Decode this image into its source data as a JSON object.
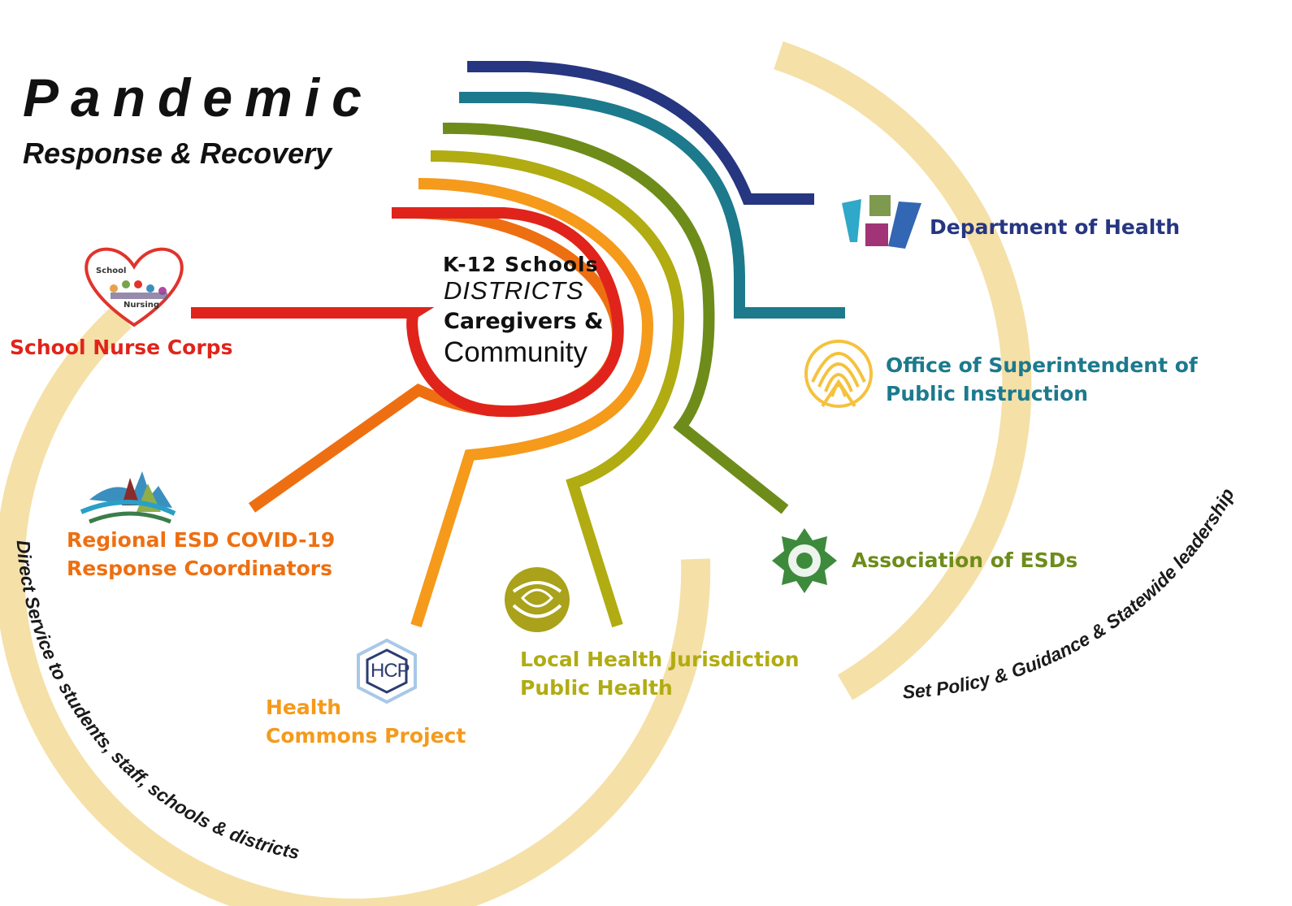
{
  "title": {
    "main": "Pandemic",
    "sub": "Response & Recovery"
  },
  "center": {
    "line1": "K-12 Schools",
    "line2": "DISTRICTS",
    "line3": "Caregivers &",
    "line4": "Community"
  },
  "partners": {
    "doh": "Department of Health",
    "ospi_line1": "Office of Superintendent of",
    "ospi_line2": "Public Instruction",
    "aesd": "Association of ESDs",
    "lhj_line1": "Local Health Jurisdiction",
    "lhj_line2": "Public Health",
    "hcp_line1": "Health",
    "hcp_line2": "Commons Project",
    "esd_line1": "Regional ESD COVID-19",
    "esd_line2": "Response Coordinators",
    "snc": "School Nurse Corps"
  },
  "logos": {
    "school_nursing_top": "School",
    "school_nursing_bottom": "Nursing",
    "hcp_logo": "HCP"
  },
  "loops": {
    "left": "Direct Service to students, staff, schools & districts",
    "right": "Set Policy & Guidance & Statewide leadership"
  },
  "colors": {
    "loop": "#f5e0a8",
    "red": "#e0241b",
    "dark_orange": "#ee6f11",
    "orange": "#f59a1b",
    "olive_yellow": "#b0ac12",
    "green": "#6e8c1a",
    "teal": "#1c7a8c",
    "navy": "#263680"
  }
}
